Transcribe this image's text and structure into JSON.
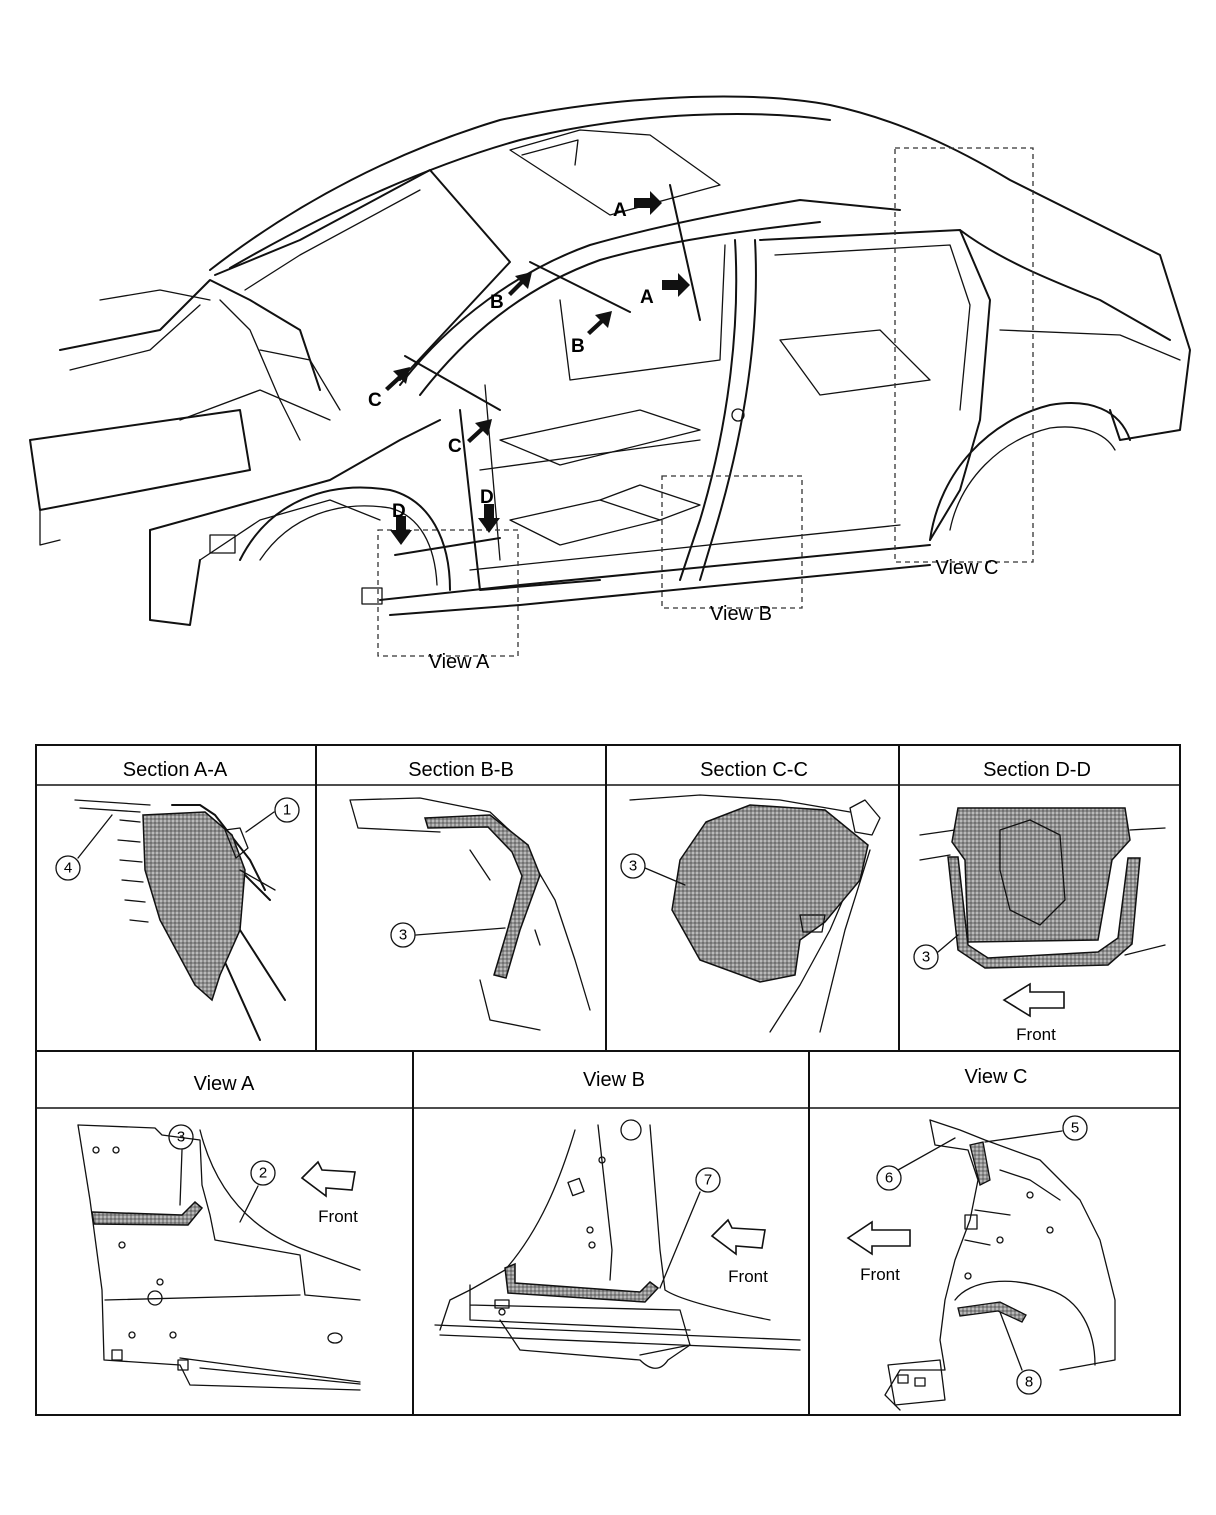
{
  "overview": {
    "cut_letters": [
      "A",
      "A",
      "B",
      "B",
      "C",
      "C",
      "D",
      "D"
    ],
    "view_labels": {
      "view_a": "View A",
      "view_b": "View B",
      "view_c": "View C"
    }
  },
  "panels": {
    "section_aa": {
      "title": "Section A-A",
      "callouts": [
        "1",
        "4"
      ]
    },
    "section_bb": {
      "title": "Section B-B",
      "callouts": [
        "3"
      ]
    },
    "section_cc": {
      "title": "Section C-C",
      "callouts": [
        "3"
      ]
    },
    "section_dd": {
      "title": "Section D-D",
      "callouts": [
        "3"
      ],
      "direction": "Front"
    },
    "view_a": {
      "title": "View A",
      "callouts": [
        "3",
        "2"
      ],
      "direction": "Front"
    },
    "view_b": {
      "title": "View B",
      "callouts": [
        "7"
      ],
      "direction": "Front"
    },
    "view_c": {
      "title": "View C",
      "callouts": [
        "5",
        "6",
        "8"
      ],
      "direction": "Front"
    }
  },
  "colors": {
    "ink": "#111111",
    "foam_fill": "#9a9a9a"
  }
}
